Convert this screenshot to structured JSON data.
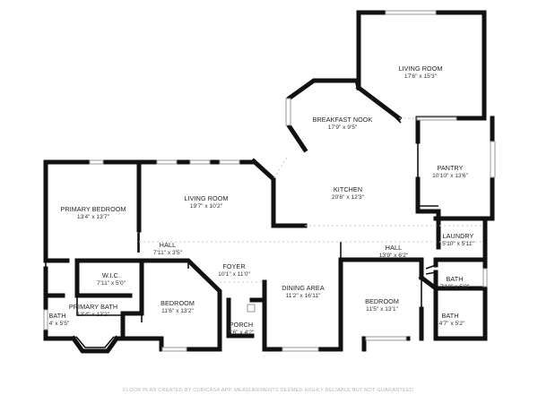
{
  "rooms": {
    "living_room_upper": {
      "name": "LIVING ROOM",
      "dim": "17'6\" x 15'3\""
    },
    "breakfast_nook": {
      "name": "BREAKFAST NOOK",
      "dim": "17'9\" x 9'5\""
    },
    "pantry": {
      "name": "PANTRY",
      "dim": "10'10\" x 13'6\""
    },
    "kitchen": {
      "name": "KITCHEN",
      "dim": "20'6\" x 12'3\""
    },
    "laundry": {
      "name": "LAUNDRY",
      "dim": "5'10\" x 5'11\""
    },
    "primary_bedroom": {
      "name": "PRIMARY BEDROOM",
      "dim": "13'4\" x 13'7\""
    },
    "living_room_lower": {
      "name": "LIVING ROOM",
      "dim": "19'7\" x 10'2\""
    },
    "hall_west": {
      "name": "HALL",
      "dim": "7'11\" x 3'5\""
    },
    "hall_east": {
      "name": "HALL",
      "dim": "13'9\" x 6'2\""
    },
    "foyer": {
      "name": "FOYER",
      "dim": "10'1\" x 11'0\""
    },
    "wic": {
      "name": "W.I.C.",
      "dim": "7'11\" x 5'0\""
    },
    "bedroom_west": {
      "name": "BEDROOM",
      "dim": "11'6\" x 13'2\""
    },
    "dining_area": {
      "name": "DINING AREA",
      "dim": "11'2\" x 16'11\""
    },
    "bedroom_east": {
      "name": "BEDROOM",
      "dim": "11'5\" x 13'1\""
    },
    "bath_east_upper": {
      "name": "BATH",
      "dim": "7'10\" x 5'8\""
    },
    "primary_bath": {
      "name": "PRIMARY BATH",
      "dim": "13'4\" x 13'2\""
    },
    "bath_west": {
      "name": "BATH",
      "dim": "4' x 5'5\""
    },
    "porch": {
      "name": "PORCH",
      "dim": "5'6\" x 4'2\""
    },
    "bath_east_lower": {
      "name": "BATH",
      "dim": "4'7\" x 5'2\""
    }
  },
  "footer": {
    "text": "FLOOR PLAN CREATED BY CUBICASA APP. MEASUREMENTS DEEMED HIGHLY RELIABLE BUT NOT GUARANTEED."
  }
}
